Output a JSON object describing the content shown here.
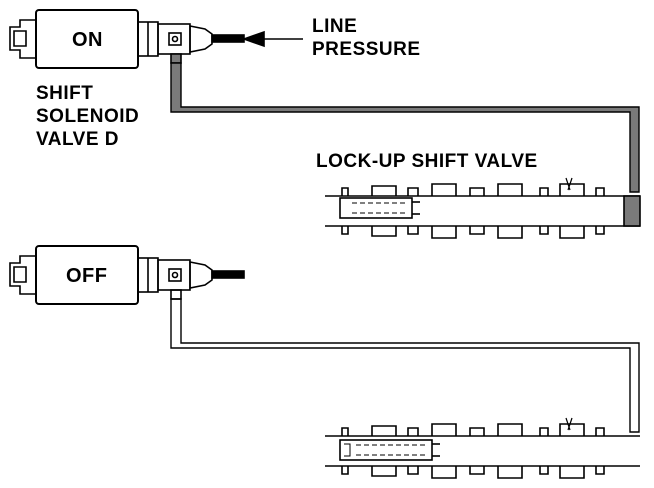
{
  "top": {
    "solenoid_state": "ON",
    "line_pressure_line1": "LINE",
    "line_pressure_line2": "PRESSURE",
    "solenoid_name_line1": "SHIFT",
    "solenoid_name_line2": "SOLENOID",
    "solenoid_name_line3": "VALVE D",
    "valve_label": "LOCK-UP SHIFT VALVE"
  },
  "bottom": {
    "solenoid_state": "OFF"
  },
  "colors": {
    "line": "#000000",
    "pressure_fill": "#7a7a7a",
    "background": "#ffffff"
  }
}
